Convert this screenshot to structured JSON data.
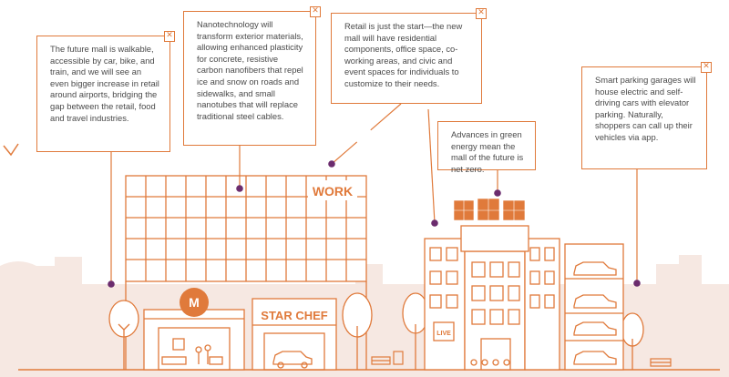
{
  "callouts": [
    {
      "id": "walkable",
      "text": "The future mall is walkable, accessible by car, bike, and train, and we will see an even bigger increase in retail around airports, bridging the gap between the retail, food and travel industries."
    },
    {
      "id": "nanotech",
      "text": "Nanotechnology will transform exterior materials, allowing enhanced plasticity for concrete, resistive carbon nanofibers that repel ice and snow on roads and sidewalks, and small nanotubes that will replace traditional steel cables."
    },
    {
      "id": "retail",
      "text": "Retail is just the start—the new mall will have residential components, office space, co-working areas, and civic and event spaces for individuals to customize to their needs."
    },
    {
      "id": "energy",
      "text": "Advances in green energy mean the mall of the future is net zero."
    },
    {
      "id": "parking",
      "text": "Smart parking garages will house electric and self-driving cars with elevator parking. Naturally, shoppers can call up their vehicles via app."
    }
  ],
  "close_glyph": "✕",
  "signs": {
    "work": "WORK",
    "star_chef": "STAR CHEF",
    "mall_logo": "M",
    "live": "LIVE"
  },
  "colors": {
    "accent": "#e07a3b",
    "pin": "#6b2c6e",
    "ground": "#f6e8e2",
    "text": "#4a4a4a"
  }
}
